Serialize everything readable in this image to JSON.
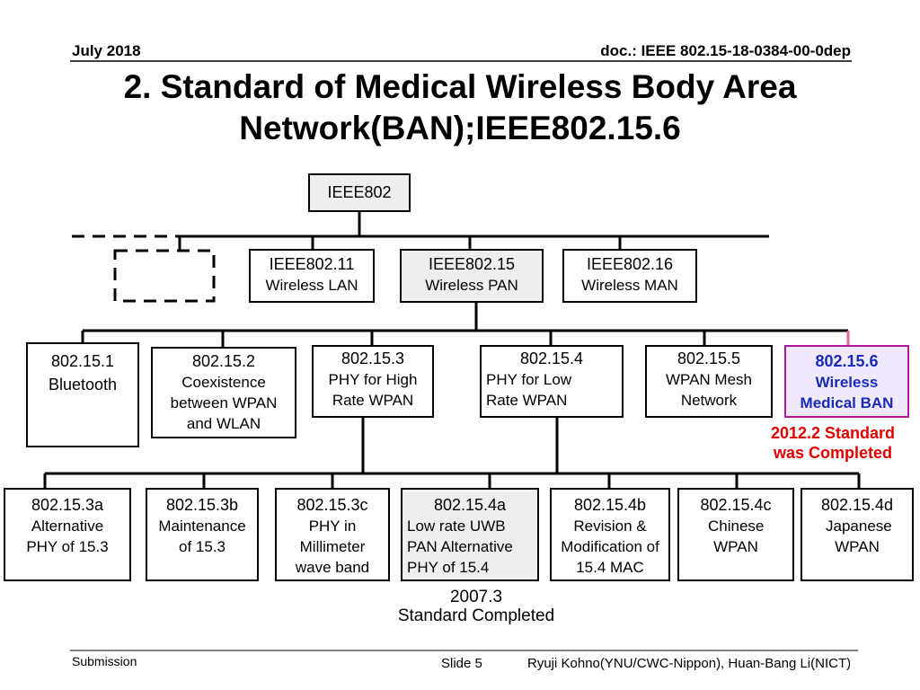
{
  "header": {
    "date": "July 2018",
    "doc": "doc.: IEEE 802.15-18-0384-00-0dep"
  },
  "title": {
    "line1": "2. Standard of Medical Wireless Body Area",
    "line2": "Network(BAN);IEEE802.15.6"
  },
  "root": {
    "label": "IEEE802"
  },
  "level1": [
    {
      "name": "IEEE802.11",
      "desc": "Wireless LAN"
    },
    {
      "name": "IEEE802.15",
      "desc": "Wireless PAN"
    },
    {
      "name": "IEEE802.16",
      "desc": "Wireless MAN"
    }
  ],
  "level2": [
    {
      "name": "802.15.1",
      "desc": "Bluetooth"
    },
    {
      "name": "802.15.2",
      "desc": "Coexistence between WPAN and WLAN"
    },
    {
      "name": "802.15.3",
      "desc": "PHY for High Rate WPAN"
    },
    {
      "name": "802.15.4",
      "desc": "PHY for Low Rate WPAN"
    },
    {
      "name": "802.15.5",
      "desc": "WPAN Mesh Network"
    },
    {
      "name": "802.15.6",
      "desc": "Wireless Medical BAN"
    }
  ],
  "level3": [
    {
      "name": "802.15.3a",
      "desc": "Alternative PHY of 15.3"
    },
    {
      "name": "802.15.3b",
      "desc": "Maintenance of 15.3"
    },
    {
      "name": "802.15.3c",
      "desc": "PHY in Millimeter wave band"
    },
    {
      "name": "802.15.4a",
      "desc": "Low rate UWB PAN Alternative PHY of 15.4"
    },
    {
      "name": "802.15.4b",
      "desc": "Revision & Modification of 15.4 MAC"
    },
    {
      "name": "802.15.4c",
      "desc": "Chinese WPAN"
    },
    {
      "name": "802.15.4d",
      "desc": "Japanese WPAN"
    }
  ],
  "notes": {
    "ban_completed_line1": "2012.2 Standard",
    "ban_completed_line2": "was  Completed",
    "lr_date": "2007.3",
    "lr_completed": "Standard Completed"
  },
  "footer": {
    "submission": "Submission",
    "slide": "Slide 5",
    "authors": "Ryuji Kohno(YNU/CWC-Nippon), Huan-Bang Li(NICT)"
  },
  "colors": {
    "ban_border": "#b0169b",
    "ban_text": "#1a2bb8",
    "completed_red": "#e00000",
    "highlight_gray": "#eeeeee"
  }
}
